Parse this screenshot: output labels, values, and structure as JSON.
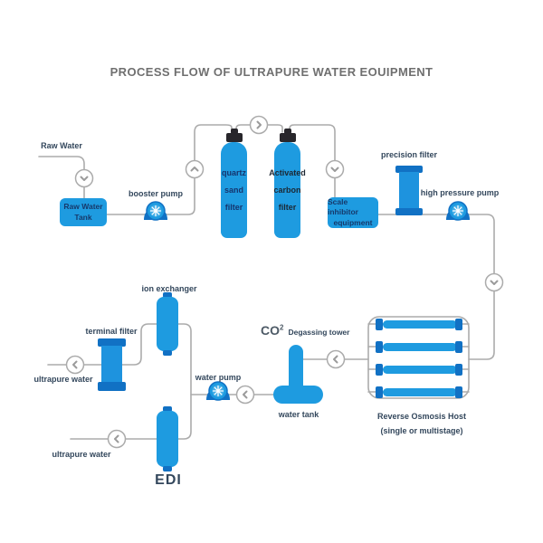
{
  "title": "PROCESS FLOW OF ULTRAPURE WATER EOUIPMENT",
  "flow": {
    "raw_water_label": "Raw Water",
    "raw_water_tank": {
      "line1": "Raw Water",
      "line2": "Tank"
    },
    "booster_pump_label": "booster pump",
    "quartz_sand_filter": {
      "line1": "quartz",
      "line2": "sand",
      "line3": "filter"
    },
    "activated_carbon_filter": {
      "line1": "Activated",
      "line2": "carbon",
      "line3": "filter"
    },
    "scale_inhibitor": {
      "line1": "Scale inhibitor",
      "line2": "equipment"
    },
    "precision_filter_label": "precision filter",
    "high_pressure_pump_label": "high pressure pump",
    "reverse_osmosis": {
      "line1": "Reverse Osmosis Host",
      "line2": "(single or multistage)"
    },
    "degassing": {
      "co2_base": "CO",
      "co2_sup": "2",
      "tower_label": "Degassing tower"
    },
    "water_tank_label": "water tank",
    "water_pump_label": "water pump",
    "ion_exchanger_label": "ion exchanger",
    "terminal_filter_label": "terminal filter",
    "edi_label": "EDI",
    "ultrapure_water_top_label": "ultrapure water",
    "ultrapure_water_bottom_label": "ultrapure water"
  },
  "colors": {
    "vessel_blue": "#1E9BE0",
    "cap_dark_blue": "#1171C4",
    "cap_black": "#28262B",
    "pipe_gray": "#ABABAB",
    "label_navy": "#33475C",
    "title_gray": "#6F6F6F"
  }
}
